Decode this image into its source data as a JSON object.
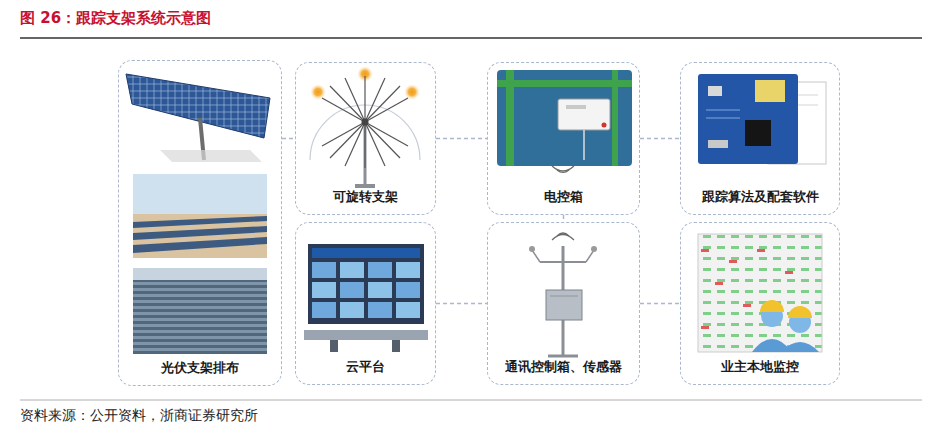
{
  "diagram": {
    "title": "图 26：跟踪支架系统示意图",
    "caption": "资料来源：公开资料，浙商证券研究所",
    "nodes": [
      {
        "text": [
          "光伏支架排布"
        ]
      },
      {
        "text": [
          "可旋转支架"
        ]
      },
      {
        "text": [
          "电控箱"
        ]
      },
      {
        "text": [
          "跟踪算法及配套软件"
        ]
      },
      {
        "text": [
          "云平台"
        ]
      },
      {
        "text": [
          "通讯控制箱、传感器"
        ]
      },
      {
        "text": [
          "业主本地监控"
        ]
      }
    ],
    "edges": [
      {
        "from": 0,
        "to": 1,
        "arrow": "none"
      },
      {
        "from": 1,
        "to": 2,
        "arrow": "none"
      },
      {
        "from": 2,
        "to": 3,
        "arrow": "none"
      },
      {
        "from": 2,
        "to": 5,
        "arrow": "none"
      },
      {
        "from": 4,
        "to": 5,
        "arrow": "none"
      },
      {
        "from": 5,
        "to": 6,
        "arrow": "none"
      }
    ]
  }
}
